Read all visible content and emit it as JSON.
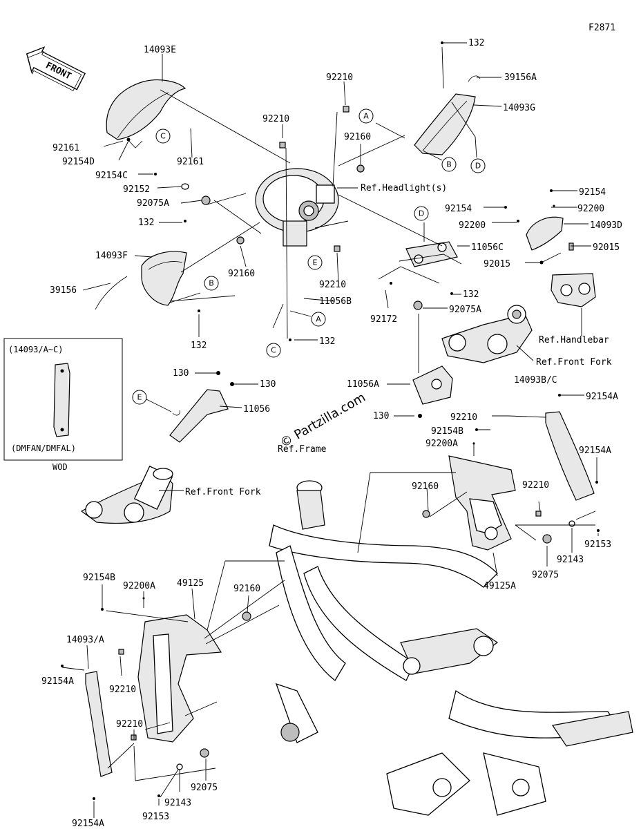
{
  "figure_code": "F2871",
  "front_arrow": "FRONT",
  "watermark": "© Partzilla.com",
  "inset": {
    "title": "(14093/A~C)",
    "variant": "(DMFAN/DMFAL)",
    "caption": "WOD"
  },
  "ref_labels": {
    "headlight": "Ref.Headlight(s)",
    "handlebar": "Ref.Handlebar",
    "front_fork_upper": "Ref.Front Fork",
    "front_fork_left": "Ref.Front Fork",
    "frame": "Ref.Frame"
  },
  "callout_letters": [
    "A",
    "B",
    "C",
    "D",
    "E"
  ],
  "parts": {
    "p14093E": "14093E",
    "p92161a": "92161",
    "p92154D": "92154D",
    "p92161b": "92161",
    "p92154C": "92154C",
    "p92152": "92152",
    "p92075A_top": "92075A",
    "p132_left": "132",
    "p14093F": "14093F",
    "p39156": "39156",
    "p132_bottom_left": "132",
    "p92160_mid": "92160",
    "p92210_top": "92210",
    "p92210_center": "92210",
    "p92210_lower": "92210",
    "p11056B": "11056B",
    "p132_center": "132",
    "p92160_top": "92160",
    "p132_top_right": "132",
    "p39156A": "39156A",
    "p14093G": "14093G",
    "p11056C": "11056C",
    "p132_right_mid": "132",
    "p92172": "92172",
    "p92075A_right": "92075A",
    "p92154_a": "92154",
    "p92154_b": "92154",
    "p92200_a": "92200",
    "p92200_b": "92200",
    "p14093D": "14093D",
    "p92015_a": "92015",
    "p92015_b": "92015",
    "p130_a": "130",
    "p130_b": "130",
    "p11056": "11056",
    "p11056A": "11056A",
    "p130_c": "130",
    "p14093BC": "14093B/C",
    "p92154A_a": "92154A",
    "p92210_right": "92210",
    "p92154B_right": "92154B",
    "p92200A_right": "92200A",
    "p92154A_b": "92154A",
    "p92160_right": "92160",
    "p92210_right2": "92210",
    "p92153_right": "92153",
    "p92143_right": "92143",
    "p92075_right": "92075",
    "p49125A": "49125A",
    "p92154B_left": "92154B",
    "p92200A_left": "92200A",
    "p49125": "49125",
    "p92160_left": "92160",
    "p14093A": "14093/A",
    "p92210_left": "92210",
    "p92154A_left": "92154A",
    "p92210_left2": "92210",
    "p92075_left": "92075",
    "p92143_left": "92143",
    "p92154A_bottom": "92154A",
    "p92153_left": "92153"
  }
}
